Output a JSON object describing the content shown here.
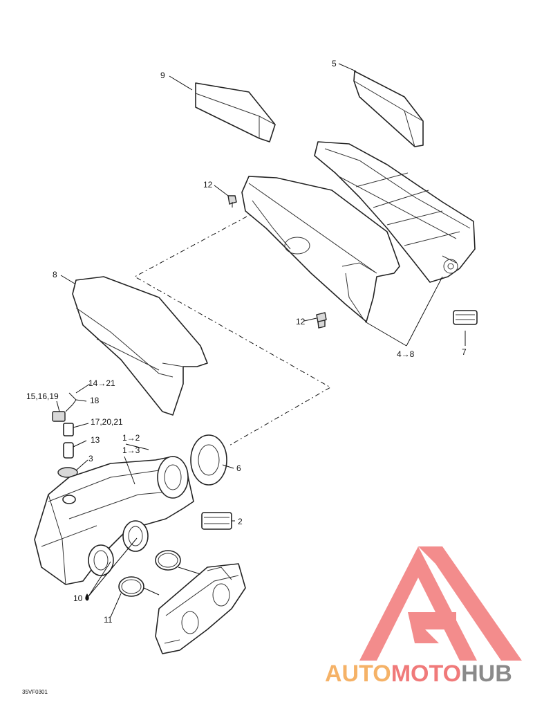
{
  "callouts": {
    "c9": "9",
    "c5": "5",
    "c12a": "12",
    "c8": "8",
    "c12b": "12",
    "c7": "7",
    "c4to8": "4→8",
    "c14to21": "14→21",
    "c15_16_19": "15,16,19",
    "c18": "18",
    "c17_20_21": "17,20,21",
    "c13": "13",
    "c1to2": "1→2",
    "c1to3": "1→3",
    "c3": "3",
    "c6": "6",
    "c2": "2",
    "c10": "10",
    "c11": "11"
  },
  "drawing_code": "35VF0301",
  "watermark": {
    "part1": "AUTO",
    "part2": "MOTO",
    "part3": "HUB",
    "colors": {
      "orange": "#f5b267",
      "red": "#f07a7a",
      "gray": "#8a8a8a",
      "triangle": "#f28080"
    }
  }
}
